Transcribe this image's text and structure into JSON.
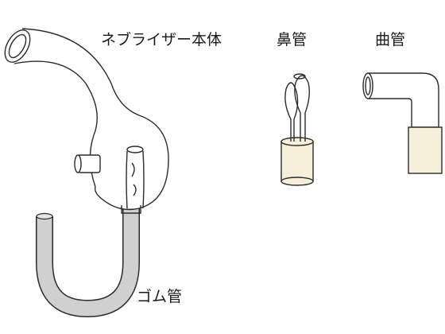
{
  "labels": {
    "nebulizer_body": "ネブライザー本体",
    "nasal_tube": "鼻管",
    "bent_tube": "曲管",
    "rubber_tube": "ゴム管"
  },
  "colors": {
    "outline": "#2b2b2b",
    "rubber_tube_fill": "#cfcfcf",
    "cap_fill": "#f6efd9"
  }
}
